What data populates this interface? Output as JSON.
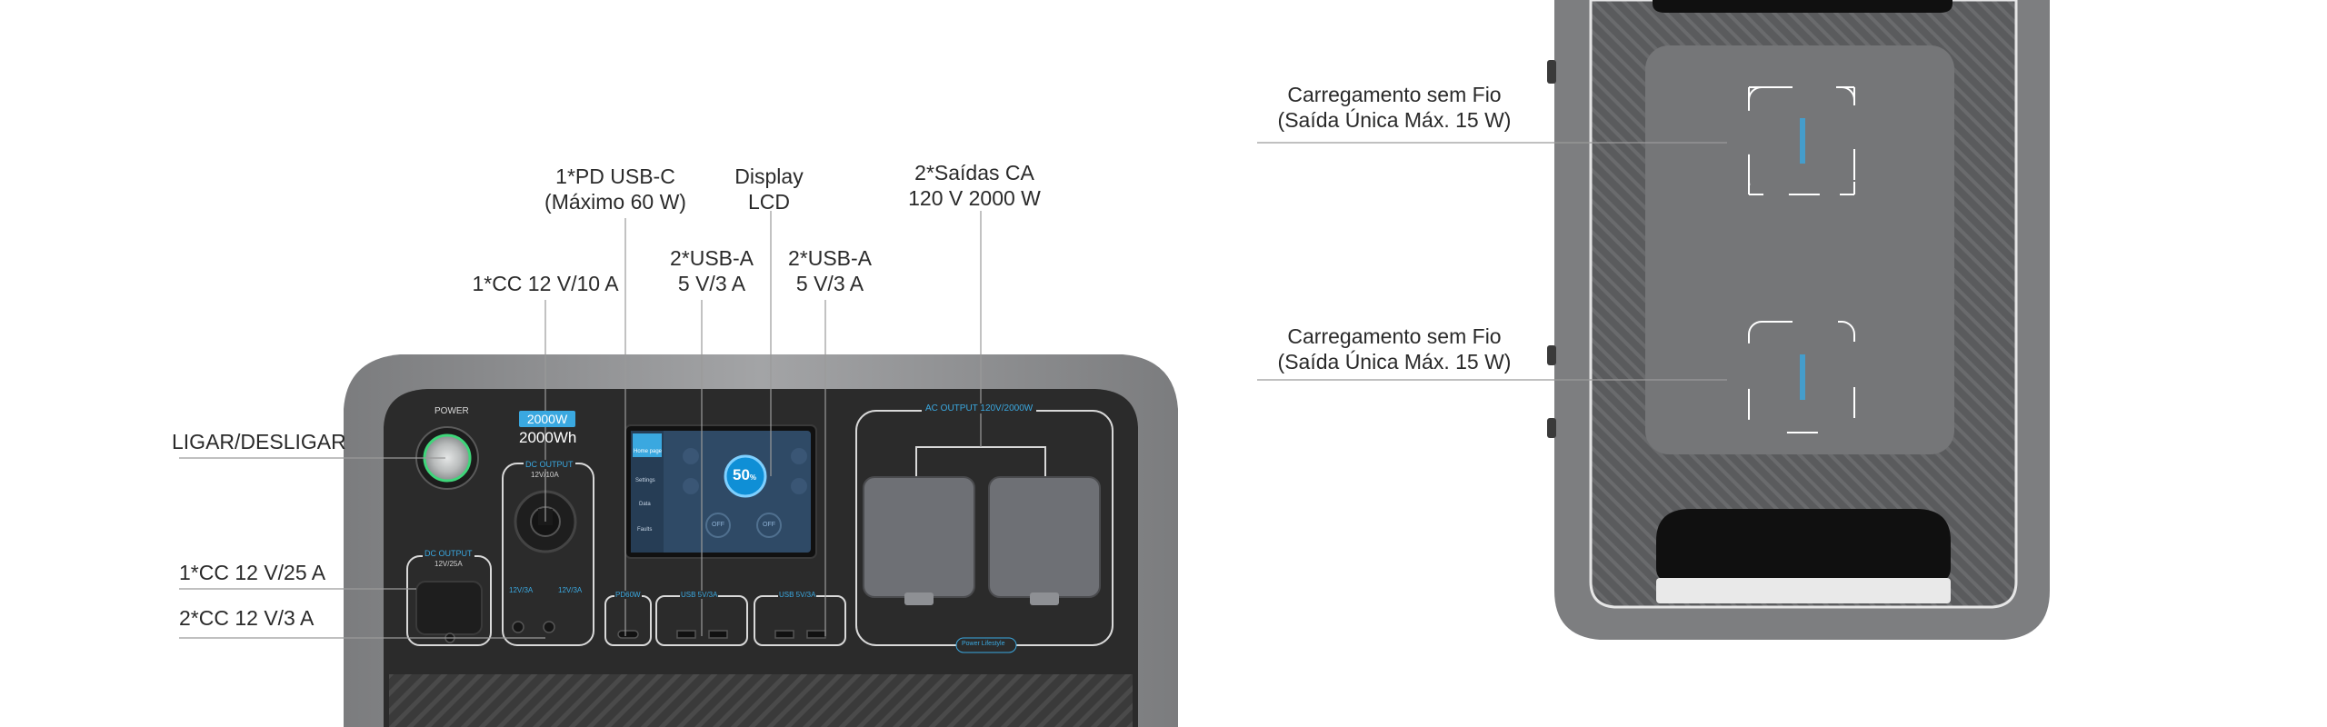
{
  "front_callouts": {
    "pd_usbc": [
      "1*PD USB-C",
      "(Máximo 60 W)"
    ],
    "display": [
      "Display",
      "LCD"
    ],
    "ac_outputs": [
      "2*Saídas CA",
      "120 V 2000 W"
    ],
    "dc_12v10a": "1*CC 12 V/10 A",
    "usba_1": [
      "2*USB-A",
      "5 V/3 A"
    ],
    "usba_2": [
      "2*USB-A",
      "5 V/3 A"
    ],
    "power_button": "LIGAR/DESLIGAR",
    "dc_12v25a": "1*CC 12 V/25 A",
    "dc_12v3a": "2*CC 12 V/3 A"
  },
  "top_callouts": {
    "wireless_1": [
      "Carregamento sem Fio",
      "(Saída Única Máx. 15 W)"
    ],
    "wireless_2": [
      "Carregamento sem Fio",
      "(Saída Única Máx. 15 W)"
    ]
  },
  "panel": {
    "power_label": "POWER",
    "rated_power": "2000W",
    "capacity": "2000Wh",
    "dc_output_label": "DC OUTPUT",
    "dc_output_rating": "12V/10A",
    "dc_output2_label": "DC OUTPUT",
    "dc_output2_rating": "12V/25A",
    "dc_small_1": "12V/3A",
    "dc_small_2": "12V/3A",
    "usbc_label": "PD60W",
    "usb_label_1": "USB 5V/3A",
    "usb_label_2": "USB 5V/3A",
    "ac_output_label": "AC OUTPUT 120V/2000W",
    "brand": "Power Lifestyle"
  },
  "lcd": {
    "battery_percent": "50",
    "percent_sign": "%",
    "menu": [
      "Home page",
      "Settings",
      "Data",
      "Faults"
    ],
    "status_1": "OFF",
    "status_2": "OFF"
  },
  "colors": {
    "body_dark": "#2b2b2b",
    "frame_gray": "#8d8e90",
    "accent_blue": "#3aa8e0",
    "socket_gray": "#6e7075"
  }
}
